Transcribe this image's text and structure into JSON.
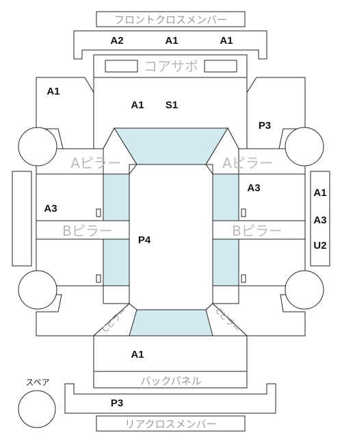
{
  "parts": {
    "front_cross_member": "フロントクロスメンバー",
    "core_support": "コアサポ",
    "a_pillar_left": "Aピラー",
    "a_pillar_right": "Aピラー",
    "b_pillar_left": "Bピラー",
    "b_pillar_right": "Bピラー",
    "back_panel": "バックパネル",
    "rear_cross_member": "リアクロスメンバー",
    "c_pillar_left": "Cピラー",
    "c_pillar_right": "Cピラー",
    "spare": "スペア"
  },
  "grades": {
    "front_member_left": "A2",
    "front_member_center": "A1",
    "front_member_right": "A1",
    "front_left_fender": "A1",
    "hood": "A1",
    "hood_s": "S1",
    "front_right_fender": "P3",
    "right_front_door": "A3",
    "left_doors": "A3",
    "roof": "P4",
    "right_side_1": "A1",
    "right_side_2": "A3",
    "right_side_3": "U2",
    "trunk": "A1",
    "rear_member": "P3"
  }
}
